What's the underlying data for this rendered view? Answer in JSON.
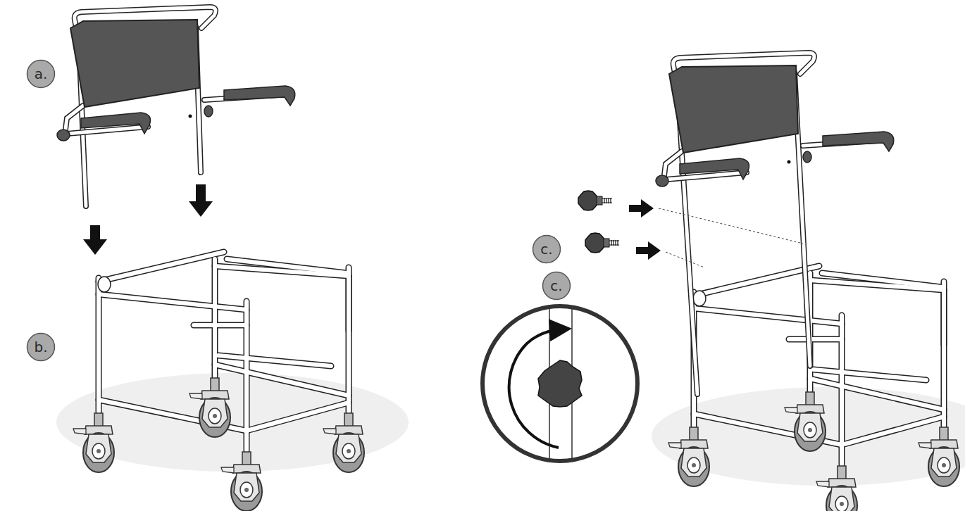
{
  "diagram": {
    "nodes": [
      {
        "text": [
          "a."
        ]
      },
      {
        "text": [
          "b."
        ]
      },
      {
        "text": [
          "c."
        ]
      },
      {
        "text": [
          "c."
        ]
      }
    ]
  }
}
